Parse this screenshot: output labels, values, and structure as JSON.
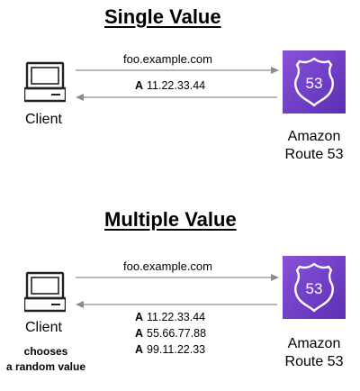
{
  "single": {
    "title": "Single Value",
    "query": "foo.example.com",
    "records": [
      {
        "type": "A",
        "value": "11.22.33.44"
      }
    ],
    "client_label": "Client",
    "service_label_line1": "Amazon",
    "service_label_line2": "Route 53",
    "badge_text": "53"
  },
  "multiple": {
    "title": "Multiple Value",
    "query": "foo.example.com",
    "records": [
      {
        "type": "A",
        "value": "11.22.33.44"
      },
      {
        "type": "A",
        "value": "55.66.77.88"
      },
      {
        "type": "A",
        "value": "99.11.22.33"
      }
    ],
    "client_label": "Client",
    "client_note_line1": "chooses",
    "client_note_line2": "a random value",
    "service_label_line1": "Amazon",
    "service_label_line2": "Route 53",
    "badge_text": "53"
  },
  "colors": {
    "route53_light": "#8a52d8",
    "route53_dark": "#5a2fb5",
    "arrow": "#8c8c8c"
  },
  "icons": [
    "computer-monitor-icon",
    "route53-shield-icon",
    "arrow-right-icon",
    "arrow-left-icon"
  ]
}
